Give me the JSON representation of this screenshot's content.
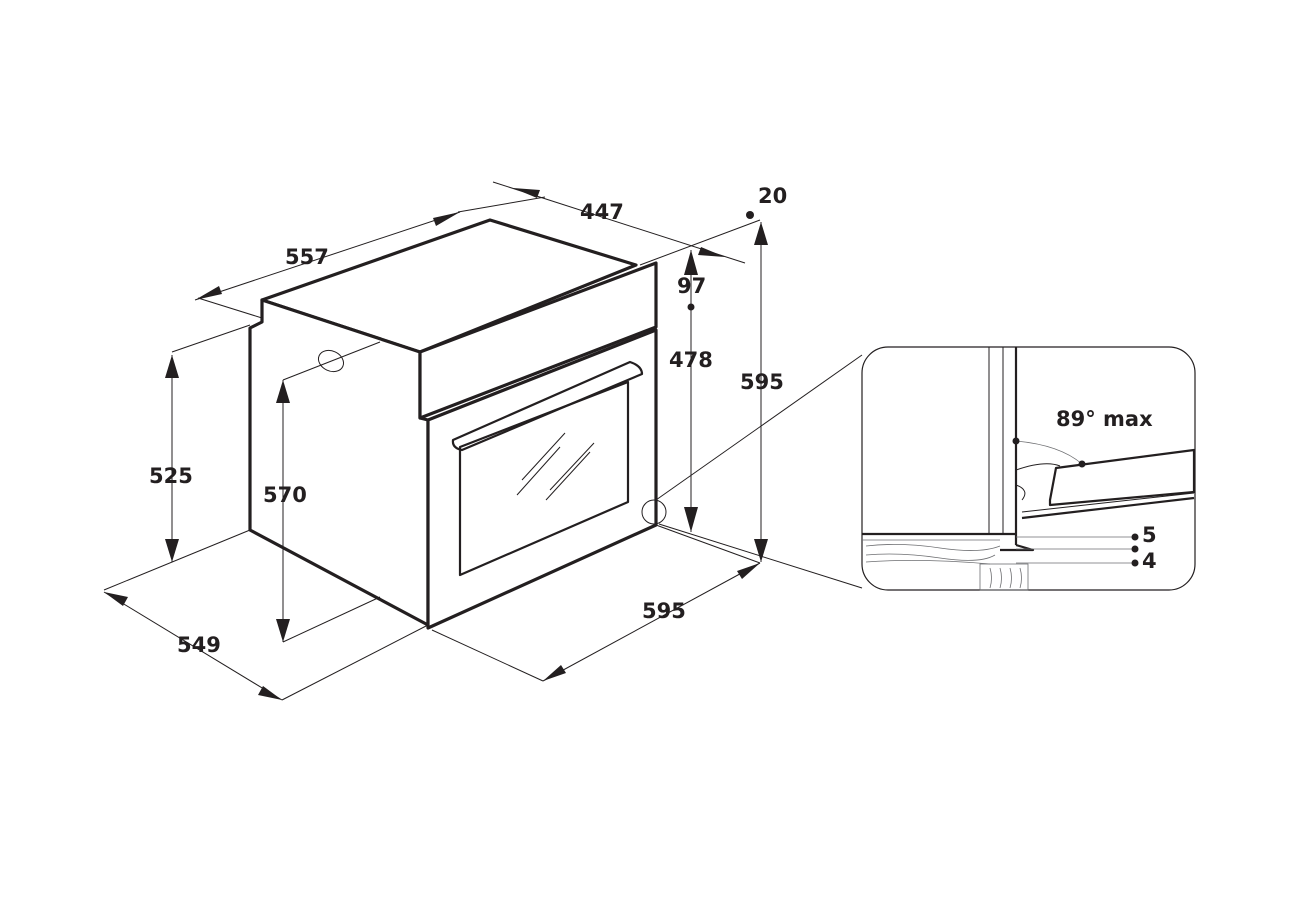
{
  "dimensions": {
    "top_depth": "557",
    "top_width": "447",
    "front_offset": "20",
    "panel_height": "97",
    "door_height": "478",
    "total_height": "595",
    "side_height": "525",
    "cavity_height": "570",
    "base_depth": "549",
    "front_width": "595"
  },
  "detail": {
    "hinge_angle": "89° max",
    "marker_upper": "5",
    "marker_lower": "4"
  },
  "colors": {
    "line": "#231f20",
    "background": "#ffffff"
  }
}
